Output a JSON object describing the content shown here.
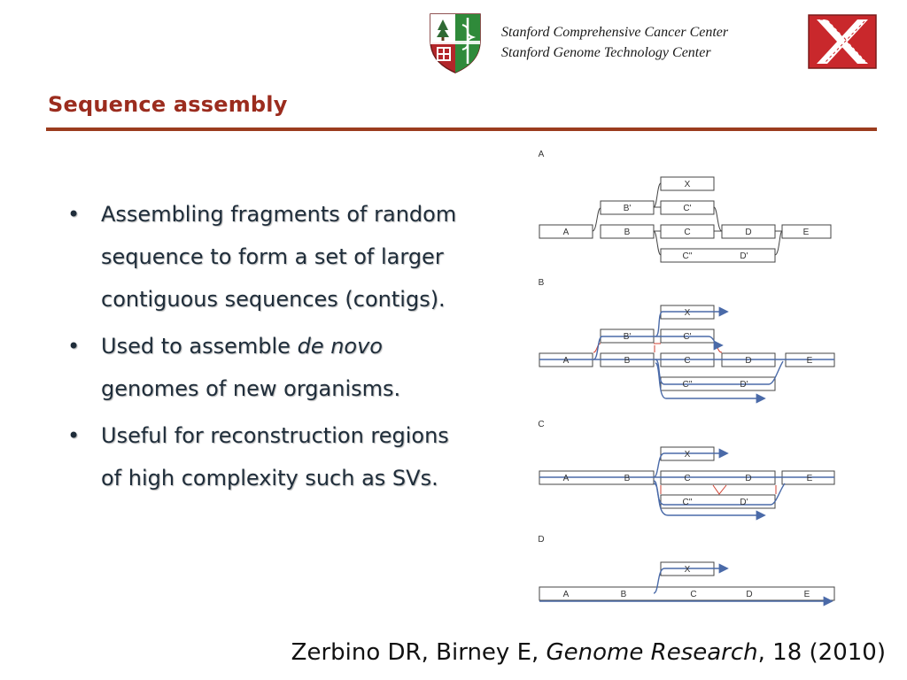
{
  "header": {
    "line1": "Stanford Comprehensive Cancer Center",
    "line2": "Stanford Genome Technology Center"
  },
  "slide": {
    "title": "Sequence assembly",
    "bullets": [
      {
        "text": "Assembling fragments of random sequence to form a set of larger contiguous sequences (contigs)."
      },
      {
        "before": "Used to assemble ",
        "emph": "de novo",
        "after": " genomes of new organisms."
      },
      {
        "text": "Useful for reconstruction regions of high complexity such as SVs."
      }
    ]
  },
  "figure": {
    "panels": [
      {
        "label": "A",
        "reads": [
          "A",
          "B",
          "C",
          "D",
          "E"
        ],
        "upper": [
          "B'",
          "C'",
          "X"
        ],
        "lower": [
          "C''",
          "D'"
        ]
      },
      {
        "label": "B",
        "reads": [
          "A",
          "B",
          "C",
          "D",
          "E"
        ],
        "upper": [
          "B'",
          "C'",
          "X"
        ],
        "lower": [
          "C''",
          "D'"
        ]
      },
      {
        "label": "C",
        "reads": [
          "A",
          "B",
          "C",
          "D",
          "E"
        ],
        "upper": [
          "X"
        ],
        "lower": [
          "C''",
          "D'"
        ]
      },
      {
        "label": "D",
        "reads": [
          "A",
          "B",
          "C",
          "D",
          "E"
        ],
        "upper": [
          "X"
        ]
      }
    ],
    "colors": {
      "box": "#444444",
      "arrow": "#4a6aa8",
      "link": "#d04030"
    }
  },
  "citation": {
    "authors": "Zerbino DR, Birney E, ",
    "journal": "Genome Research",
    "rest": ", 18 (2010)"
  }
}
